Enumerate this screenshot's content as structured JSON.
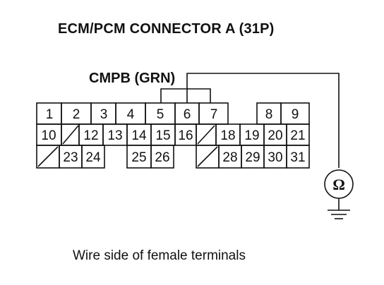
{
  "header": {
    "title": "ECM/PCM CONNECTOR A (31P)"
  },
  "probe": {
    "wire_label": "CMPB (GRN)",
    "meter_symbol": "Ω",
    "meter_icon": "ohmmeter-icon",
    "ground_icon": "ground-icon"
  },
  "connector": {
    "pins": [
      "1",
      "2",
      "3",
      "4",
      "5",
      "6",
      "7",
      "8",
      "9",
      "10",
      "12",
      "13",
      "14",
      "15",
      "16",
      "18",
      "19",
      "20",
      "21",
      "23",
      "24",
      "25",
      "26",
      "28",
      "29",
      "30",
      "31"
    ]
  },
  "footer": {
    "caption": "Wire side of female terminals"
  }
}
